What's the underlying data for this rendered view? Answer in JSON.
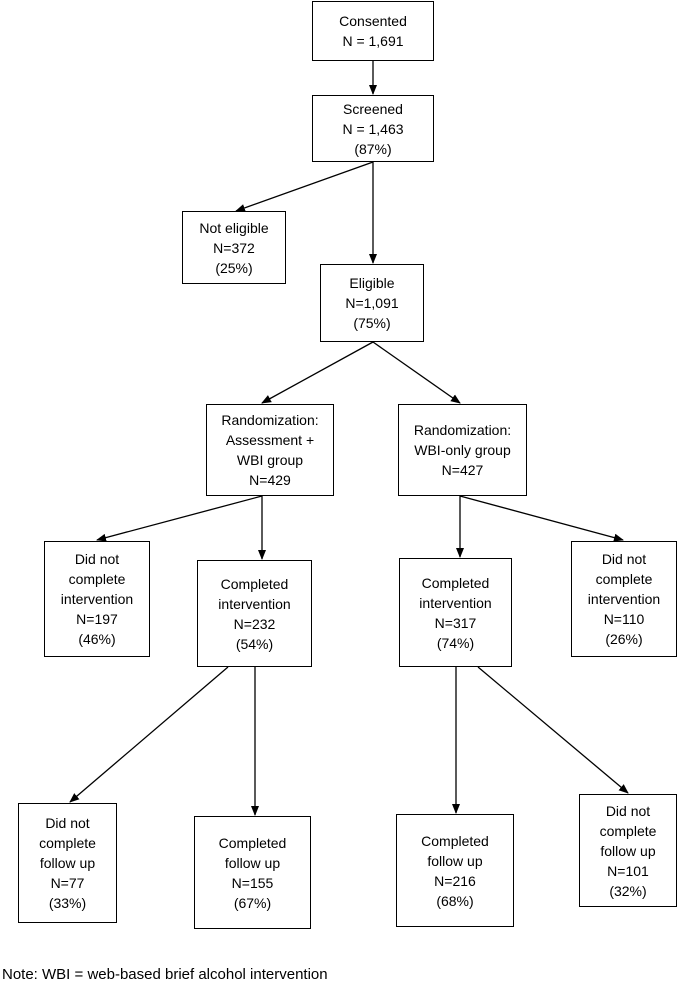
{
  "diagram": {
    "consented": [
      "Consented",
      "N = 1,691"
    ],
    "screened": [
      "Screened",
      "N = 1,463",
      "(87%)"
    ],
    "not_eligible": [
      "Not eligible",
      "N=372",
      "(25%)"
    ],
    "eligible": [
      "Eligible",
      "N=1,091",
      "(75%)"
    ],
    "rand_assess": [
      "Randomization:",
      "Assessment +",
      "WBI group",
      "N=429"
    ],
    "rand_wbi": [
      "Randomization:",
      "WBI-only group",
      "N=427"
    ],
    "a_not_complete_int": [
      "Did not",
      "complete",
      "intervention",
      "N=197",
      "(46%)"
    ],
    "a_complete_int": [
      "Completed",
      "intervention",
      "N=232",
      "(54%)"
    ],
    "w_complete_int": [
      "Completed",
      "intervention",
      "N=317",
      "(74%)"
    ],
    "w_not_complete_int": [
      "Did not",
      "complete",
      "intervention",
      "N=110",
      "(26%)"
    ],
    "a_not_complete_fu": [
      "Did not",
      "complete",
      "follow up",
      "N=77",
      "(33%)"
    ],
    "a_complete_fu": [
      "Completed",
      "follow up",
      "N=155",
      "(67%)"
    ],
    "w_complete_fu": [
      "Completed",
      "follow up",
      "N=216",
      "(68%)"
    ],
    "w_not_complete_fu": [
      "Did not",
      "complete",
      "follow up",
      "N=101",
      "(32%)"
    ]
  },
  "note": "Note: WBI = web-based brief alcohol intervention"
}
